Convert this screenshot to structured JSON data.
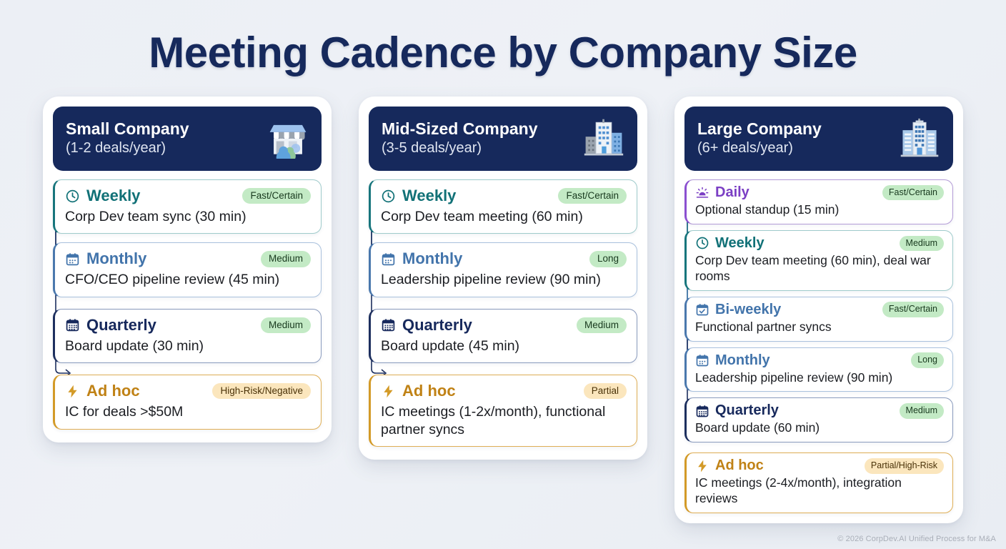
{
  "page": {
    "title": "Meeting Cadence by Company Size",
    "footer": "© 2026 CorpDev.AI Unified Process for M&A"
  },
  "colors": {
    "background": "#eef1f6",
    "title": "#16295c",
    "card_header_bg": "#16295c",
    "daily": "#7b3fc4",
    "weekly": "#117177",
    "biweekly": "#4274ab",
    "monthly": "#4274ab",
    "quarterly": "#17295c",
    "adhoc": "#c08216",
    "badge_green_bg": "#c3eac5",
    "badge_green_text": "#18391e",
    "badge_amber_bg": "#fbe6bd",
    "badge_amber_text": "#4a3208"
  },
  "cards": [
    {
      "title": "Small Company",
      "subtitle": "(1-2 deals/year)",
      "icon": "storefront-icon",
      "rows": [
        {
          "frequency": "Weekly",
          "icon": "clock-icon",
          "badge": "Fast/Certain",
          "badge_style": "green",
          "description": "Corp Dev team sync (30 min)"
        },
        {
          "frequency": "Monthly",
          "icon": "calendar-dots-icon",
          "badge": "Medium",
          "badge_style": "green",
          "description": "CFO/CEO pipeline review (45 min)"
        },
        {
          "frequency": "Quarterly",
          "icon": "calendar-grid-icon",
          "badge": "Medium",
          "badge_style": "green",
          "description": "Board update (30 min)"
        },
        {
          "frequency": "Ad hoc",
          "icon": "lightning-bolt-icon",
          "badge": "High-Risk/Negative",
          "badge_style": "amber",
          "description": "IC for deals >$50M"
        }
      ]
    },
    {
      "title": "Mid-Sized Company",
      "subtitle": "(3-5 deals/year)",
      "icon": "office-buildings-icon",
      "rows": [
        {
          "frequency": "Weekly",
          "icon": "clock-icon",
          "badge": "Fast/Certain",
          "badge_style": "green",
          "description": "Corp Dev team meeting (60 min)"
        },
        {
          "frequency": "Monthly",
          "icon": "calendar-dots-icon",
          "badge": "Long",
          "badge_style": "green",
          "description": "Leadership pipeline review (90 min)"
        },
        {
          "frequency": "Quarterly",
          "icon": "calendar-grid-icon",
          "badge": "Medium",
          "badge_style": "green",
          "description": "Board update (45 min)"
        },
        {
          "frequency": "Ad hoc",
          "icon": "lightning-bolt-icon",
          "badge": "Partial",
          "badge_style": "amber",
          "description": "IC meetings (1-2x/month), functional partner syncs"
        }
      ]
    },
    {
      "title": "Large Company",
      "subtitle": "(6+ deals/year)",
      "icon": "skyscraper-icon",
      "rows": [
        {
          "frequency": "Daily",
          "icon": "sunrise-icon",
          "badge": "Fast/Certain",
          "badge_style": "green",
          "description": "Optional standup (15 min)"
        },
        {
          "frequency": "Weekly",
          "icon": "clock-icon",
          "badge": "Medium",
          "badge_style": "green",
          "description": "Corp Dev team meeting (60 min), deal war rooms"
        },
        {
          "frequency": "Bi-weekly",
          "icon": "calendar-check-icon",
          "badge": "Fast/Certain",
          "badge_style": "green",
          "description": "Functional partner syncs"
        },
        {
          "frequency": "Monthly",
          "icon": "calendar-dots-icon",
          "badge": "Long",
          "badge_style": "green",
          "description": "Leadership pipeline review (90 min)"
        },
        {
          "frequency": "Quarterly",
          "icon": "calendar-grid-icon",
          "badge": "Medium",
          "badge_style": "green",
          "description": "Board update (60 min)"
        },
        {
          "frequency": "Ad hoc",
          "icon": "lightning-bolt-icon",
          "badge": "Partial/High-Risk",
          "badge_style": "amber",
          "description": "IC meetings (2-4x/month), integration reviews"
        }
      ]
    }
  ]
}
